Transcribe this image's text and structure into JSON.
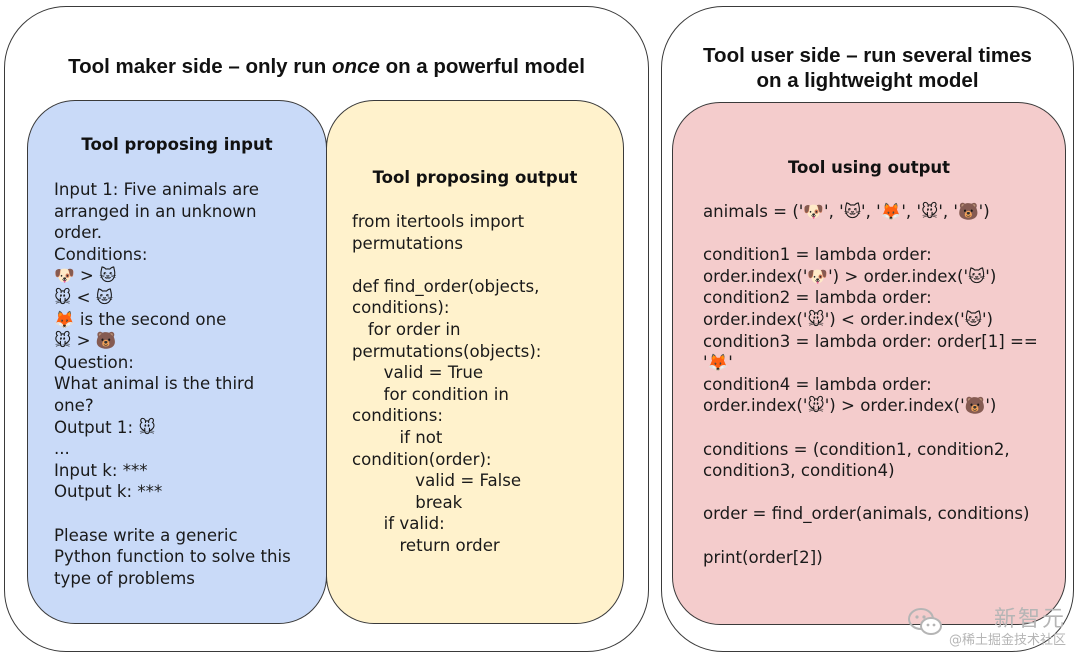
{
  "maker": {
    "title_prefix": "Tool maker side – only run ",
    "title_emphasis": "once",
    "title_suffix": " on a powerful model"
  },
  "user": {
    "title_line1": "Tool user side – run several times",
    "title_line2": "on a lightweight model"
  },
  "input_box": {
    "title": "Tool proposing input",
    "lines": [
      "Input 1: Five animals are",
      "arranged in an unknown",
      "order.",
      "Conditions:",
      "🐶 > 🐱",
      "🐭 < 🐱",
      "🦊 is the second one",
      "🐭 > 🐻",
      "Question:",
      "What animal is the third",
      "one?",
      "Output 1: 🐭",
      "...",
      "Input k: ***",
      "Output k: ***",
      "",
      "Please write a generic",
      "Python function to solve this",
      "type of problems"
    ]
  },
  "output_box": {
    "title": "Tool proposing output",
    "lines": [
      "from itertools import",
      "permutations",
      "",
      "def find_order(objects,",
      "conditions):",
      "   for order in",
      "permutations(objects):",
      "      valid = True",
      "      for condition in",
      "conditions:",
      "         if not",
      "condition(order):",
      "            valid = False",
      "            break",
      "      if valid:",
      "         return order"
    ]
  },
  "using_box": {
    "title": "Tool using output",
    "lines": [
      "animals = ('🐶', '🐱', '🦊', '🐭', '🐻')",
      "",
      "condition1 = lambda order:",
      "order.index('🐶') > order.index('🐱')",
      "condition2 = lambda order:",
      "order.index('🐭') < order.index('🐱')",
      "condition3 = lambda order: order[1] ==",
      "'🦊'",
      "condition4 = lambda order:",
      "order.index('🐭') > order.index('🐻')",
      "",
      "conditions = (condition1, condition2,",
      "condition3, condition4)",
      "",
      "order = find_order(animals, conditions)",
      "",
      "print(order[2])"
    ]
  },
  "watermark": {
    "brand": "新智元",
    "sub": "@稀土掘金技术社区",
    "icon": "wechat-icon"
  }
}
